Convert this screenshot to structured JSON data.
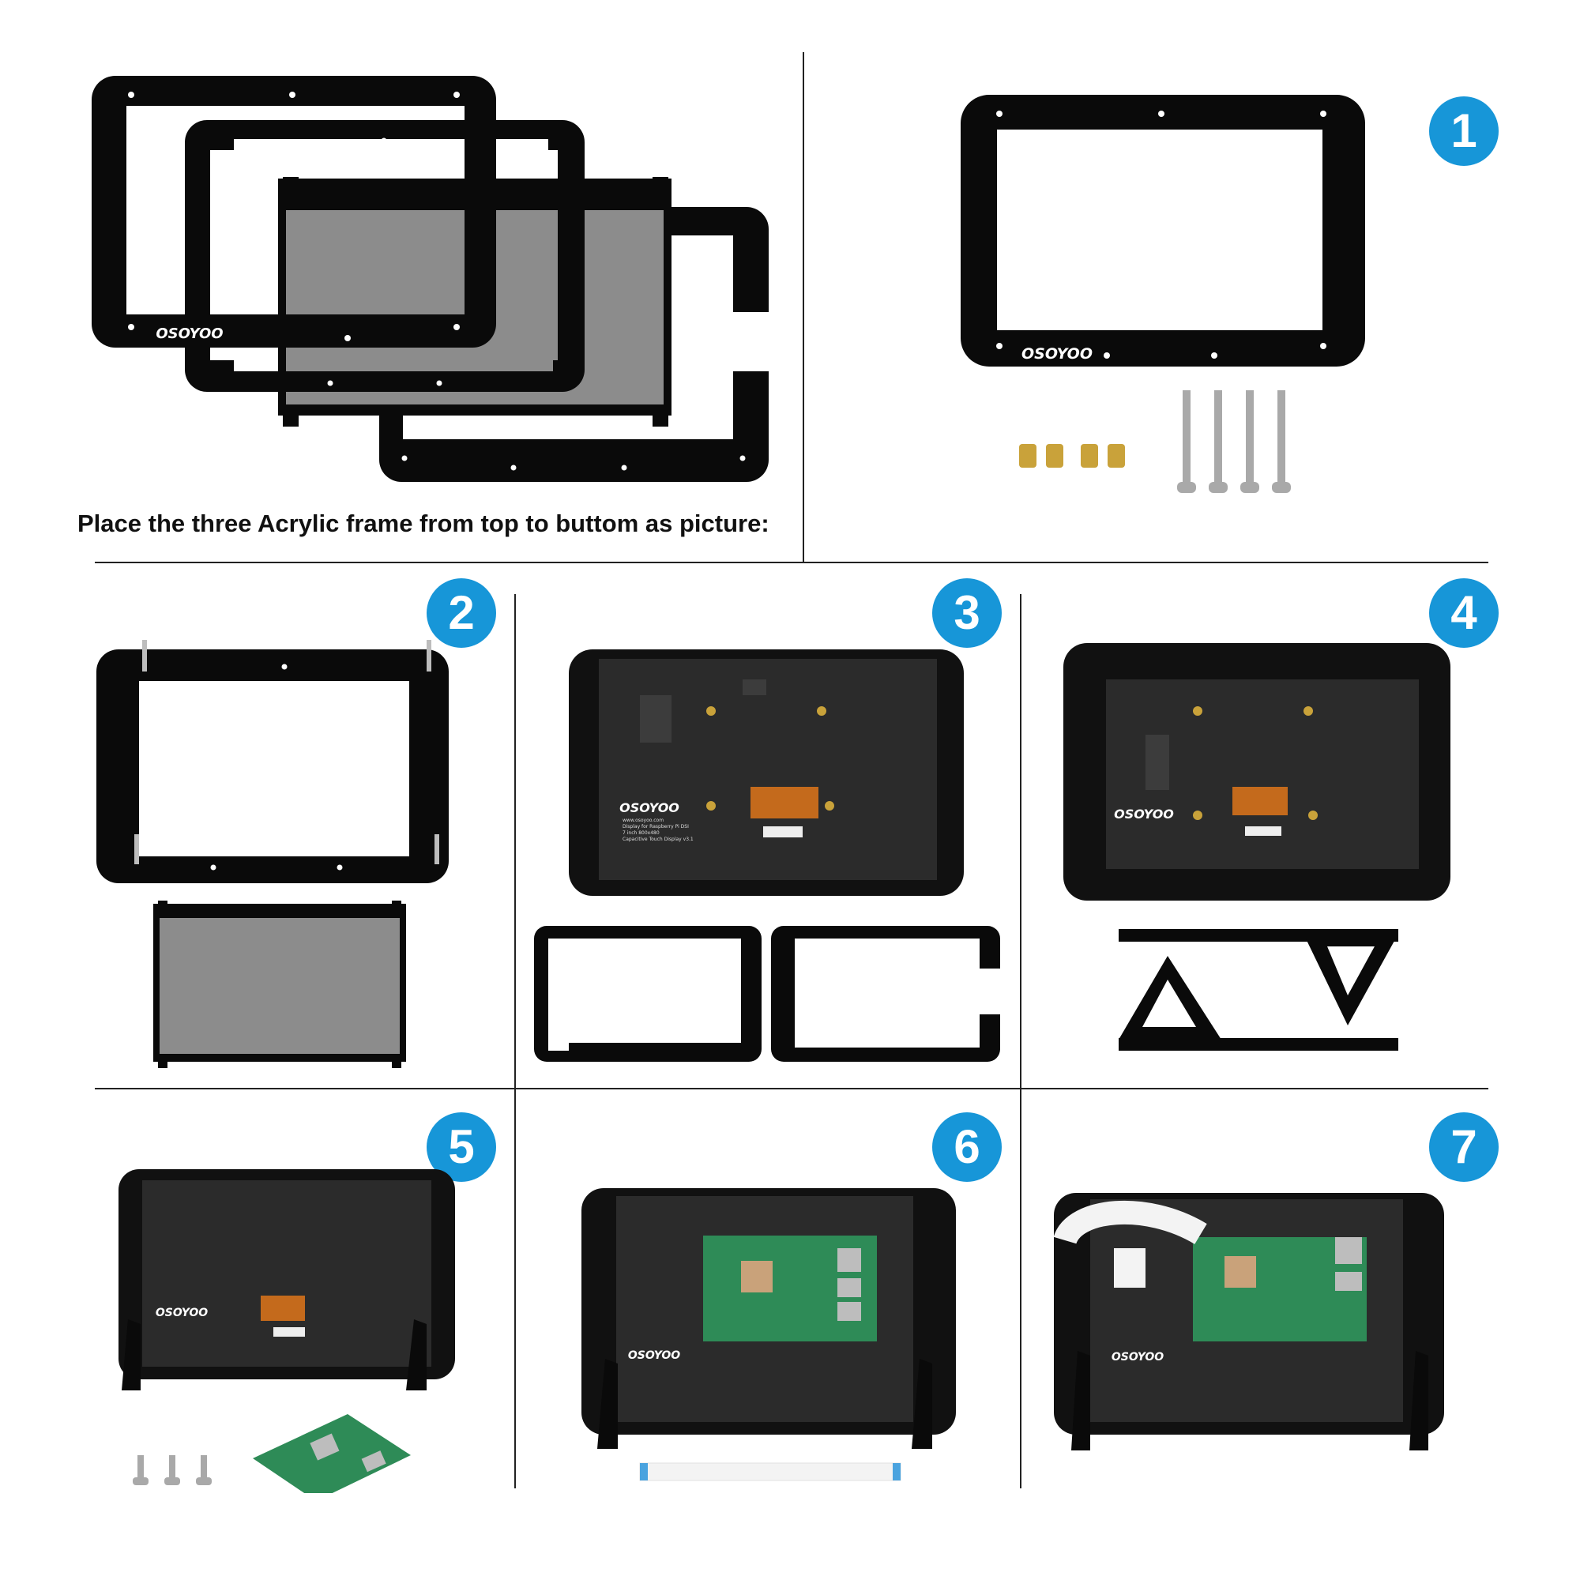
{
  "caption": "Place the three Acrylic frame from top to buttom as picture:",
  "brand": "OSOYOO",
  "board_text": {
    "line1": "www.osoyoo.com",
    "line2": "Display for Raspberry Pi DSI",
    "line3": "7 inch 800x480",
    "line4": "Capacitive Touch Display v3.1"
  },
  "steps": [
    "1",
    "2",
    "3",
    "4",
    "5",
    "6",
    "7"
  ],
  "colors": {
    "step_badge": "#1796d8",
    "frame": "#0a0a0a",
    "screen": "#8c8c8c",
    "board": "#2b2b2b",
    "pcb_green": "#2e8b57",
    "brass": "#c9a23a",
    "ribbon": "#4aa3df"
  }
}
